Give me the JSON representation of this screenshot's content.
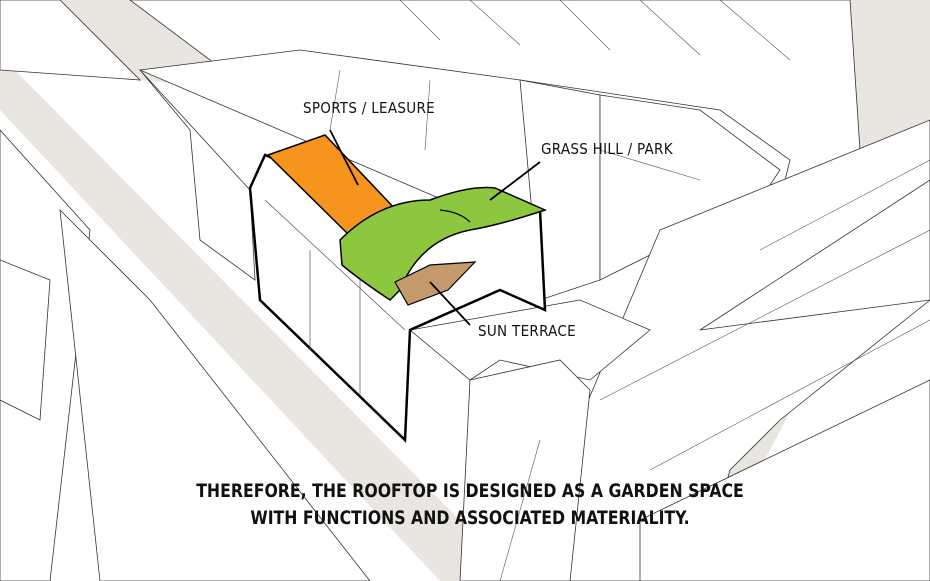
{
  "labels": {
    "sports": "SPORTS / LEASURE",
    "grass": "GRASS HILL / PARK",
    "sun": "SUN TERRACE"
  },
  "caption": {
    "line1": "THEREFORE, THE ROOFTOP IS DESIGNED AS A GARDEN SPACE",
    "line2": "WITH FUNCTIONS AND ASSOCIATED MATERIALITY."
  },
  "colors": {
    "sports": "#f7941d",
    "grass": "#8dc63f",
    "sun": "#c49a6c",
    "street": "#e9e6e1"
  }
}
